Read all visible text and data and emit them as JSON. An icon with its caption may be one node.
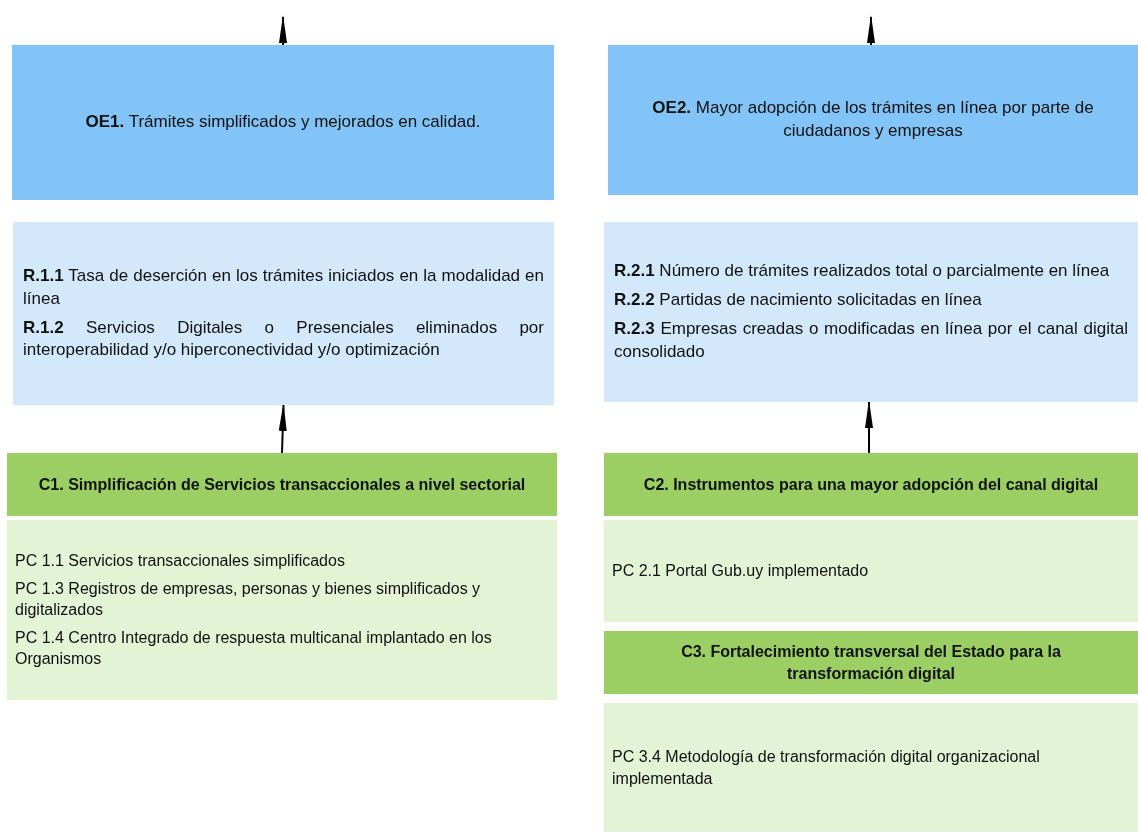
{
  "diagram": {
    "nodes": [
      {
        "text": [
          "**OE1.** Trámites simplificados y mejorados en calidad."
        ]
      },
      {
        "text": [
          "**R.1.1** Tasa de deserción en los trámites iniciados en la modalidad en línea",
          "**R.1.2** Servicios Digitales o Presenciales eliminados por interoperabilidad y/o hiperconectividad y/o optimización"
        ]
      },
      {
        "text": [
          "C1. Simplificación de Servicios transaccionales a nivel sectorial"
        ]
      },
      {
        "text": [
          "PC 1.1 Servicios transaccionales simplificados",
          "PC 1.3 Registros de empresas, personas y bienes simplificados y digitalizados",
          "PC 1.4 Centro Integrado de respuesta multicanal implantado en los Organismos"
        ]
      },
      {
        "text": [
          "**OE2.** Mayor adopción de los trámites en línea por parte de ciudadanos y empresas"
        ]
      },
      {
        "text": [
          "**R.2.1** Número de trámites realizados total o parcialmente en línea",
          "**R.2.2** Partidas de nacimiento solicitadas en línea",
          "**R.2.3** Empresas creadas o modificadas en línea por el canal digital consolidado"
        ]
      },
      {
        "text": [
          "C2. Instrumentos para una mayor adopción del canal digital"
        ]
      },
      {
        "text": [
          "PC 2.1 Portal Gub.uy implementado"
        ]
      },
      {
        "text": [
          "C3. Fortalecimiento transversal del Estado para la transformación digital"
        ]
      },
      {
        "text": [
          "PC 3.4 Metodología de transformación digital organizacional implementada"
        ]
      }
    ],
    "edges": [
      {
        "from": 0,
        "to": null,
        "arrow": "to"
      },
      {
        "from": 2,
        "to": 1,
        "arrow": "to"
      },
      {
        "from": 4,
        "to": null,
        "arrow": "to"
      },
      {
        "from": 6,
        "to": 5,
        "arrow": "to"
      }
    ]
  }
}
